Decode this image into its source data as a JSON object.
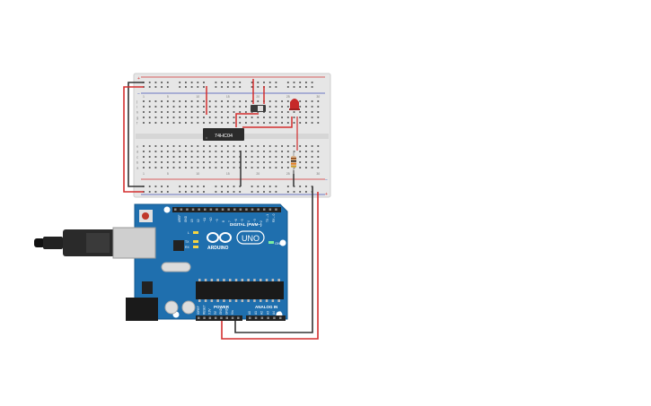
{
  "breadboard": {
    "row_letters_top": [
      "j",
      "i",
      "h",
      "g",
      "f"
    ],
    "row_letters_bottom": [
      "e",
      "d",
      "c",
      "b",
      "a"
    ],
    "column_numbers": [
      "1",
      "5",
      "10",
      "15",
      "20",
      "25",
      "30"
    ],
    "rail_plus": "+",
    "rail_minus": "−"
  },
  "components": {
    "chip_label": "74HC04",
    "led_color": "#c62828",
    "wire_red": "#d32f2f",
    "wire_black": "#333333"
  },
  "arduino": {
    "logo_brand": "ARDUINO",
    "logo_model": "UNO",
    "digital_header": "DIGITAL (PWM~)",
    "power_header": "POWER",
    "analog_header": "ANALOG IN",
    "digital_pins": [
      "AREF",
      "GND",
      "13",
      "12",
      "~11",
      "~10",
      "~9",
      "8",
      "7",
      "~6",
      "~5",
      "4",
      "~3",
      "2",
      "TX→1",
      "RX←0"
    ],
    "power_pins": [
      "IOREF",
      "RESET",
      "3.3V",
      "5V",
      "GND",
      "GND",
      "Vin"
    ],
    "analog_pins": [
      "A0",
      "A1",
      "A2",
      "A3",
      "A4",
      "A5"
    ],
    "led_labels": [
      "L",
      "TX",
      "RX"
    ],
    "on_label": "ON",
    "board_color": "#1f6fae"
  }
}
